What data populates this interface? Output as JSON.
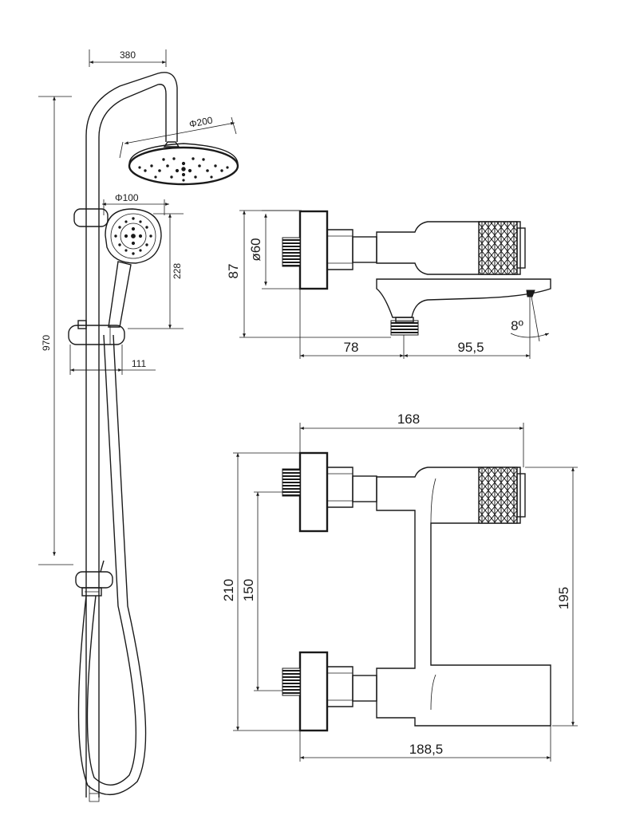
{
  "shower_column": {
    "dim_arm_reach": "380",
    "dim_head_diameter": "Φ200",
    "dim_hand_diameter": "Φ100",
    "dim_hand_length": "228",
    "dim_total_height": "970",
    "dim_holder_offset": "111"
  },
  "mixer_side_view": {
    "dim_body_height": "87",
    "dim_flange_diameter": "ø60",
    "dim_spout_angle": "8º",
    "dim_wall_to_spout": "78",
    "dim_spout_reach": "95,5"
  },
  "mixer_front_view": {
    "dim_body_width": "168",
    "dim_overall_height": "210",
    "dim_inlet_spacing": "150",
    "dim_handle_height": "195",
    "dim_overall_width": "188,5"
  }
}
